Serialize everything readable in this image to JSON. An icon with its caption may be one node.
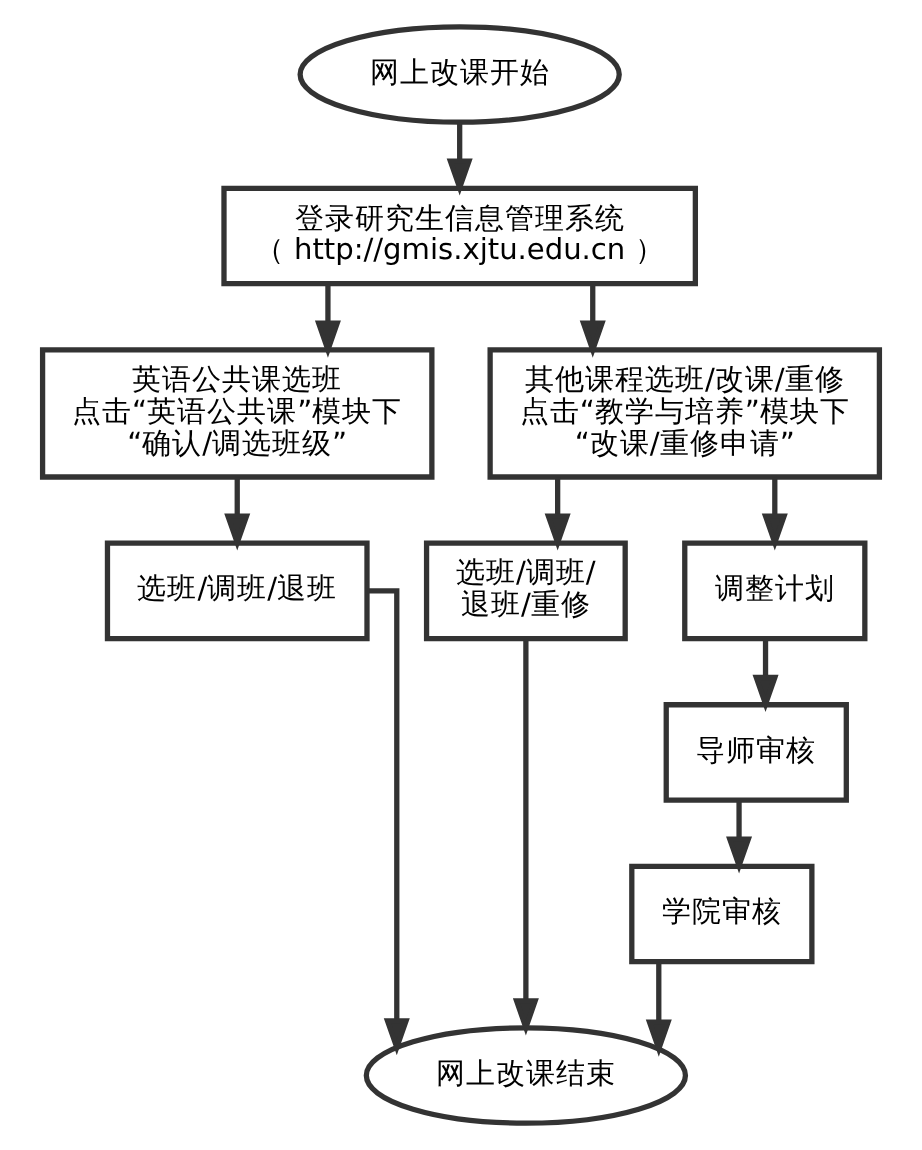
{
  "diagram": {
    "nodes": [
      {
        "text": [
          "网上改课开始"
        ]
      },
      {
        "text": [
          "登录研究生信息管理系统",
          "（ http://gmis.xjtu.edu.cn ）"
        ]
      },
      {
        "text": [
          "英语公共课选班",
          "点击“英语公共课”模块下",
          "“确认/调选班级”"
        ]
      },
      {
        "text": [
          "其他课程选班/改课/重修",
          "点击“教学与培养”模块下",
          "“改课/重修申请”"
        ]
      },
      {
        "text": [
          "选班/调班/退班"
        ]
      },
      {
        "text": [
          "选班/调班/退班/重修"
        ]
      },
      {
        "text": [
          "调整计划"
        ]
      },
      {
        "text": [
          "导师审核"
        ]
      },
      {
        "text": [
          "学院审核"
        ]
      },
      {
        "text": [
          "网上改课结束"
        ]
      }
    ],
    "edges": [
      {
        "from": 0,
        "to": 1,
        "arrow": "to"
      },
      {
        "from": 1,
        "to": 2,
        "arrow": "to"
      },
      {
        "from": 1,
        "to": 3,
        "arrow": "to"
      },
      {
        "from": 2,
        "to": 4,
        "arrow": "to"
      },
      {
        "from": 3,
        "to": 5,
        "arrow": "to"
      },
      {
        "from": 3,
        "to": 6,
        "arrow": "to"
      },
      {
        "from": 6,
        "to": 7,
        "arrow": "to"
      },
      {
        "from": 7,
        "to": 8,
        "arrow": "to"
      },
      {
        "from": 4,
        "to": 9,
        "arrow": "to"
      },
      {
        "from": 5,
        "to": 9,
        "arrow": "to"
      },
      {
        "from": 8,
        "to": 9,
        "arrow": "to"
      }
    ]
  }
}
